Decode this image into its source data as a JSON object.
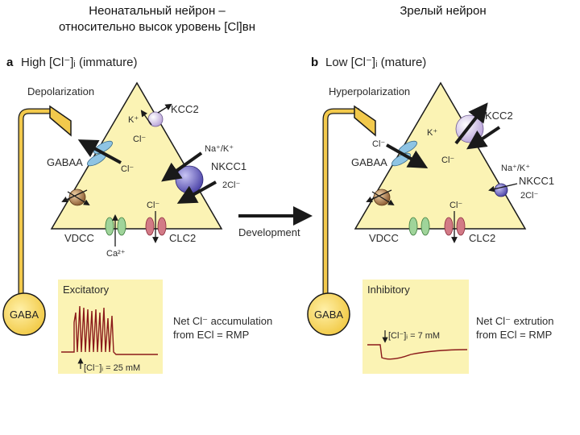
{
  "headers": {
    "left_line1": "Неонатальный нейрон –",
    "left_line2": "относительно высок уровень [Cl]вн",
    "right": "Зрелый нейрон"
  },
  "panel_a": {
    "letter": "a",
    "title": "High [Cl⁻]ᵢ (immature)",
    "state": "Depolarization",
    "kcc2": "KCC2",
    "k_ion": "K⁺",
    "cl_kcc2": "Cl⁻",
    "nkcc1_ions": "Na⁺/K⁺",
    "nkcc1": "NKCC1",
    "two_cl": "2Cl⁻",
    "gaba_a": "GABAA",
    "cl_gaba": "Cl⁻",
    "cl_clc2": "Cl⁻",
    "vdcc": "VDCC",
    "clc2": "CLC2",
    "ca": "Ca²⁺",
    "gaba": "GABA",
    "trace_label": "Excitatory",
    "conc": "[Cl⁻]ᵢ = 25 mM",
    "note_line1": "Net Cl⁻ accumulation",
    "note_line2": "from ECl = RMP"
  },
  "panel_b": {
    "letter": "b",
    "title": "Low [Cl⁻]ᵢ (mature)",
    "state": "Hyperpolarization",
    "kcc2": "KCC2",
    "k_ion": "K⁺",
    "cl_kcc2": "Cl⁻",
    "nkcc1_ions": "Na⁺/K⁺",
    "nkcc1": "NKCC1",
    "two_cl": "2Cl⁻",
    "gaba_a": "GABAA",
    "cl_gaba": "Cl⁻",
    "cl_clc2": "Cl⁻",
    "vdcc": "VDCC",
    "clc2": "CLC2",
    "gaba": "GABA",
    "trace_label": "Inhibitory",
    "conc": "[Cl⁻]ᵢ = 7 mM",
    "note_line1": "Net Cl⁻ extrution",
    "note_line2": "from ECl = RMP"
  },
  "development": "Development",
  "colors": {
    "neuron_fill": "#fbf3b4",
    "neuron_stroke": "#1a1a1a",
    "dendrite": "#f2c94c",
    "kcc2": "#b8a2d8",
    "nkcc1": "#5a52b8",
    "gaba_a": "#8ec4e4",
    "vdcc": "#9fd49a",
    "clc2": "#d27a86",
    "unknown_sphere": "#9a7048",
    "trace": "#8b1a1a",
    "inset_bg": "#fbf3b4"
  }
}
